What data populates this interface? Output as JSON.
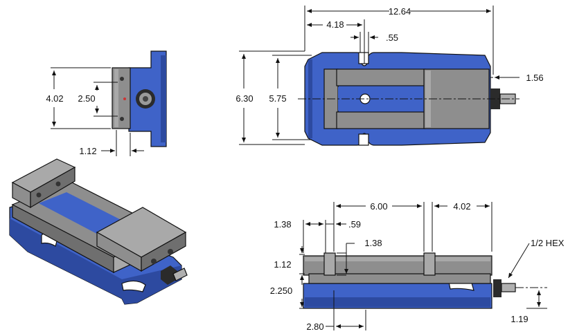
{
  "drawing": {
    "views": [
      "side-end-view",
      "top-view",
      "isometric-view",
      "front-view"
    ],
    "colors": {
      "body_blue": "#3f63c8",
      "jaw_gray": "#8e8e8e",
      "line": "#111111"
    }
  },
  "side_view": {
    "dim_height": "4.02",
    "dim_jaw_plate": "2.50",
    "dim_offset": "1.12"
  },
  "top_view": {
    "dim_overall_length": "12.64",
    "dim_jaw_to_center": "4.18",
    "dim_slot": ".55",
    "dim_screw_ext": "1.56",
    "dim_width_outer": "6.30",
    "dim_width_inner": "5.75"
  },
  "front_view": {
    "dim_jaw_opening": "6.00",
    "dim_jaw_width": "4.02",
    "dim_left_margin": "1.38",
    "dim_step": ".59",
    "dim_jaw_height": "1.38",
    "dim_rail_height": "1.12",
    "dim_base_height": "2.250",
    "dim_handle_hex": "1/2 HEX",
    "dim_bottom_offset": "2.80",
    "dim_screw_height": "1.19"
  }
}
